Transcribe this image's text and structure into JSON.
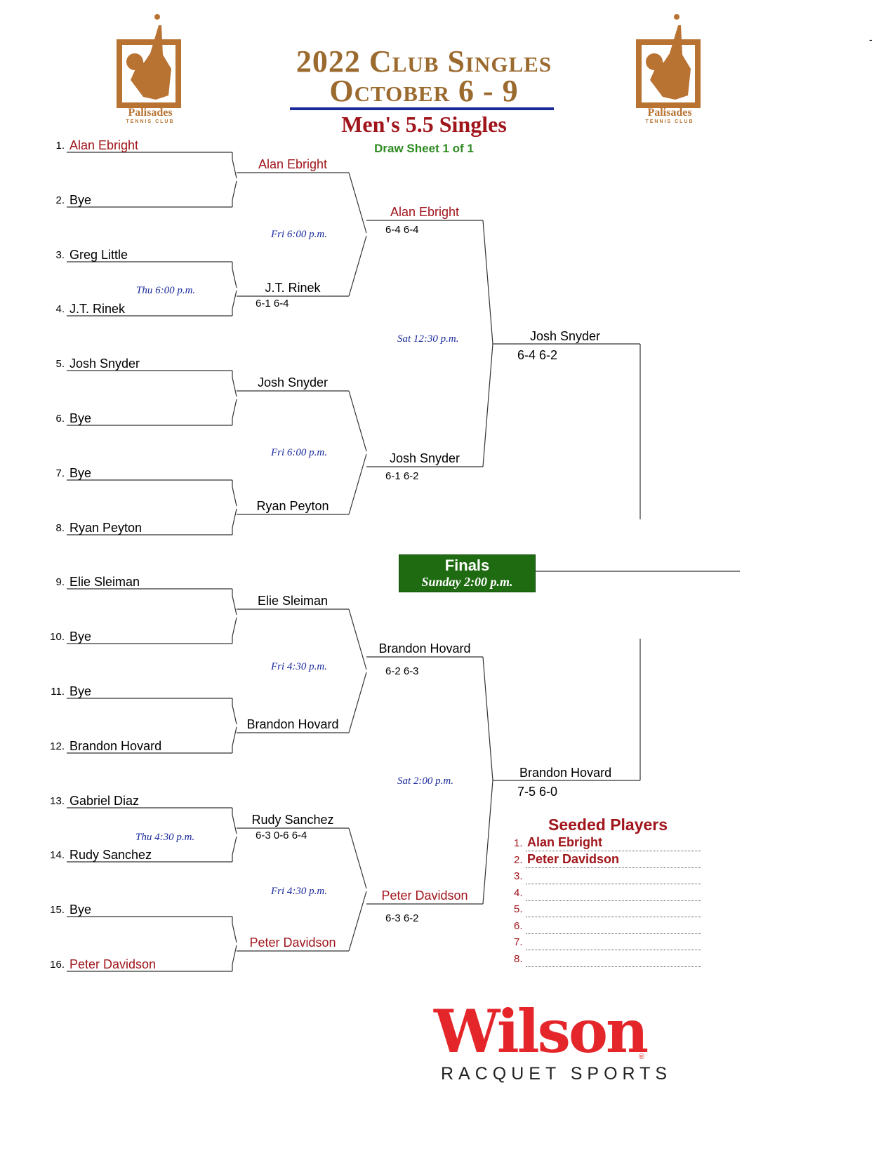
{
  "header": {
    "title_line1": "2022 Club Singles",
    "title_line2": "October 6 - 9",
    "event": "Men's 5.5 Singles",
    "sheet": "Draw Sheet 1 of 1",
    "club_logo_text": "Palisades",
    "club_logo_sub": "TENNIS CLUB",
    "corner_mark": "-"
  },
  "draw": [
    {
      "num": "1.",
      "name": "Alan Ebright",
      "seeded": true
    },
    {
      "num": "2.",
      "name": "Bye",
      "seeded": false
    },
    {
      "num": "3.",
      "name": "Greg Little",
      "seeded": false
    },
    {
      "num": "4.",
      "name": "J.T. Rinek",
      "seeded": false
    },
    {
      "num": "5.",
      "name": "Josh Snyder",
      "seeded": false
    },
    {
      "num": "6.",
      "name": "Bye",
      "seeded": false
    },
    {
      "num": "7.",
      "name": "Bye",
      "seeded": false
    },
    {
      "num": "8.",
      "name": "Ryan Peyton",
      "seeded": false
    },
    {
      "num": "9.",
      "name": "Elie Sleiman",
      "seeded": false
    },
    {
      "num": "10.",
      "name": "Bye",
      "seeded": false
    },
    {
      "num": "11.",
      "name": "Bye",
      "seeded": false
    },
    {
      "num": "12.",
      "name": "Brandon Hovard",
      "seeded": false
    },
    {
      "num": "13.",
      "name": "Gabriel Diaz",
      "seeded": false
    },
    {
      "num": "14.",
      "name": "Rudy Sanchez",
      "seeded": false
    },
    {
      "num": "15.",
      "name": "Bye",
      "seeded": false
    },
    {
      "num": "16.",
      "name": "Peter Davidson",
      "seeded": true
    }
  ],
  "round2": [
    {
      "name": "Alan Ebright",
      "score": "",
      "seeded": true
    },
    {
      "name": "J.T. Rinek",
      "score": "6-1     6-4",
      "seeded": false
    },
    {
      "name": "Josh Snyder",
      "score": "",
      "seeded": false
    },
    {
      "name": "Ryan Peyton",
      "score": "",
      "seeded": false
    },
    {
      "name": "Elie Sleiman",
      "score": "",
      "seeded": false
    },
    {
      "name": "Brandon Hovard",
      "score": "",
      "seeded": false
    },
    {
      "name": "Rudy Sanchez",
      "score": "6-3     0-6     6-4",
      "seeded": false
    },
    {
      "name": "Peter Davidson",
      "score": "",
      "seeded": true
    }
  ],
  "quarterfinals": [
    {
      "name": "Alan Ebright",
      "score": "6-4     6-4",
      "seeded": true
    },
    {
      "name": "Josh Snyder",
      "score": "6-1     6-2",
      "seeded": false
    },
    {
      "name": "Brandon Hovard",
      "score": "6-2     6-3",
      "seeded": false
    },
    {
      "name": "Peter Davidson",
      "score": "6-3     6-2",
      "seeded": true
    }
  ],
  "semifinals": [
    {
      "name": "Josh Snyder",
      "score": "6-4     6-2"
    },
    {
      "name": "Brandon Hovard",
      "score": "7-5     6-0"
    }
  ],
  "schedule": {
    "r1_a": "Thu      6:00 p.m.",
    "r1_b": "Thu      4:30 p.m.",
    "r2_a": "Fri   6:00 p.m.",
    "r2_b": "Fri   6:00 p.m.",
    "r2_c": "Fri   4:30 p.m.",
    "r2_d": "Fri   4:30 p.m.",
    "sf_a": "Sat   12:30 p.m.",
    "sf_b": "Sat   2:00 p.m."
  },
  "finals": {
    "label": "Finals",
    "time": "Sunday 2:00 p.m."
  },
  "seeds": {
    "title": "Seeded Players",
    "items": [
      {
        "num": "1.",
        "name": "Alan Ebright"
      },
      {
        "num": "2.",
        "name": "Peter Davidson"
      },
      {
        "num": "3.",
        "name": ""
      },
      {
        "num": "4.",
        "name": ""
      },
      {
        "num": "5.",
        "name": ""
      },
      {
        "num": "6.",
        "name": ""
      },
      {
        "num": "7.",
        "name": ""
      },
      {
        "num": "8.",
        "name": ""
      }
    ]
  },
  "sponsor": {
    "name": "Wilson",
    "tagline": "RACQUET SPORTS",
    "mark": "®"
  },
  "colors": {
    "title_gold": "#9b6a2e",
    "event_red": "#a0151b",
    "sheet_green": "#2e8b22",
    "finals_bg": "#1f6b12",
    "sched_blue": "#1a2a9c",
    "wilson_red": "#e4262b"
  }
}
